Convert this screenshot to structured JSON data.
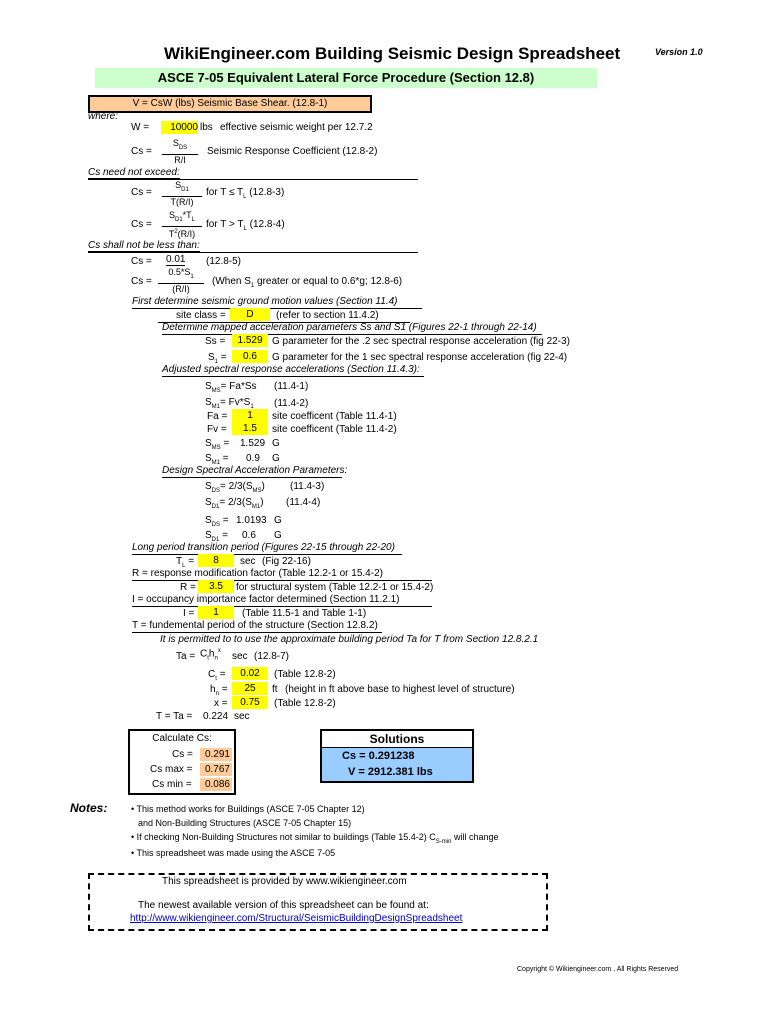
{
  "header": {
    "title": "WikiEngineer.com Building Seismic Design Spreadsheet",
    "version": "Version 1.0",
    "subtitle": "ASCE 7-05 Equivalent Lateral Force Procedure  (Section 12.8)"
  },
  "base_shear": {
    "label": "V =  CsW  (lbs) Seismic Base Shear. (12.8-1)",
    "where": "where:"
  },
  "w": {
    "label": "W =",
    "value": "10000",
    "unit": "lbs",
    "desc": "effective seismic weight per 12.7.2"
  },
  "cs": {
    "label": "Cs =",
    "num": "S",
    "num_sub": "DS",
    "den": "R/I",
    "desc": "Seismic Response Coefficient (12.8-2)"
  },
  "cs_exceed": {
    "heading": "Cs need not exceed:",
    "eq1": {
      "label": "Cs =",
      "num": "S",
      "num_sub": "D1",
      "den": "T(R/I)",
      "desc": "for T ≤ T",
      "desc_sub": "L",
      "ref": "(12.8-3)"
    },
    "eq2": {
      "label": "Cs =",
      "num": "S",
      "num_sub": "D1",
      "num_tail": "*T",
      "num_tail_sub": "L",
      "den": "T",
      "den_sup": "2",
      "den_tail": "(R/I)",
      "desc": "for T > T",
      "desc_sub": "L",
      "ref": "(12.8-4)"
    }
  },
  "cs_less": {
    "heading": "Cs shall not be less than:",
    "eq1": {
      "label": "Cs =",
      "value": "0.01",
      "ref": "(12.8-5)"
    },
    "eq2": {
      "label": "Cs =",
      "num": "0.5*S",
      "num_sub": "1",
      "den": "(R/I)",
      "desc": "(When S",
      "desc_sub": "1",
      "desc_tail": "greater or equal to 0.6*g;  12.8-6)"
    }
  },
  "ground": {
    "heading": "First determine seismic ground motion values  (Section 11.4)",
    "site_class_label": "site class =",
    "site_class": "D",
    "site_class_ref": "(refer to section 11.4.2)",
    "mapped_heading": "Determine mapped acceleration parameters Ss and S1 (Figures 22-1 through 22-14)",
    "ss_label": "Ss =",
    "ss": "1.529",
    "ss_desc": "G  parameter for the .2 sec spectral response acceleration (fig 22-3)",
    "s1_label": "S",
    "s1_sub": "1",
    "s1_eq": "=",
    "s1": "0.6",
    "s1_desc": "G  parameter for the 1 sec spectral response acceleration (fig 22-4)",
    "adjusted_heading": "Adjusted spectral response accelerations (Section 11.4.3):",
    "sms_formula_label": "S",
    "sms_sub": "MS",
    "sms_formula": "=  Fa*Ss",
    "sms_ref": "(11.4-1)",
    "sm1_formula_label": "S",
    "sm1_sub": "M1",
    "sm1_formula": "=  Fv*S",
    "sm1_formula_sub": "1",
    "sm1_ref": "(11.4-2)",
    "fa_label": "Fa =",
    "fa": "1",
    "fa_desc": "site coefficent (Table 11.4-1)",
    "fv_label": "Fv =",
    "fv": "1.5",
    "fv_desc": "site coefficent  (Table 11.4-2)",
    "sms_value": "1.529",
    "sms_unit": "G",
    "sm1_value": "0.9",
    "sm1_unit": "G",
    "design_heading": "Design Spectral Acceleration Parameters:",
    "sds_formula": "=  2/3(S",
    "sds_formula_sub": "MS",
    "sds_formula_tail": ")",
    "sds_ref": "(11.4-3)",
    "sd1_formula": "=  2/3(S",
    "sd1_formula_sub": "M1",
    "sd1_formula_tail": ")",
    "sd1_ref": "(11.4-4)",
    "sds_sub": "DS",
    "sd1_sub": "D1",
    "sds_value": "1.0193",
    "sds_unit": "G",
    "sd1_value": "0.6",
    "sd1_unit": "G"
  },
  "long_period": {
    "heading": "Long period transition period (Figures 22-15 through 22-20)",
    "tl_label": "T",
    "tl_sub": "L",
    "tl_eq": "=",
    "tl": "8",
    "tl_unit": "sec",
    "tl_ref": "(Fig 22-16)"
  },
  "response": {
    "heading": "R = response modification factor (Table 12.2-1 or 15.4-2)",
    "r_label": "R =",
    "r": "3.5",
    "r_desc": "for structural system (Table 12.2-1 or 15.4-2)"
  },
  "importance": {
    "heading": "I = occupancy importance factor determined (Section 11.2.1)",
    "i_label": "I =",
    "i": "1",
    "i_desc": "(Table 11.5-1 and Table 1-1)"
  },
  "period": {
    "heading": "T = fundemental period of the structure (Section 12.8.2)",
    "note": "It is permitted to to use the approximate building period Ta for T from  Section 12.8.2.1",
    "ta_label": "Ta =",
    "ta_formula": "C",
    "ta_formula_sub": "t",
    "ta_formula_mid": "h",
    "ta_formula_sub2": "n",
    "ta_formula_sup": "x",
    "ta_unit": "sec",
    "ta_ref": "(12.8-7)",
    "ct_label": "C",
    "ct_sub": "t",
    "ct_eq": "=",
    "ct": "0.02",
    "ct_ref": "(Table 12.8-2)",
    "hn_label": "h",
    "hn_sub": "n",
    "hn_eq": "=",
    "hn": "25",
    "hn_unit": "ft",
    "hn_desc": "(height in ft above base to highest level of structure)",
    "x_label": "x =",
    "x": "0.75",
    "x_ref": "(Table 12.8-2)",
    "t_label": "T = Ta =",
    "t_value": "0.224",
    "t_unit": "sec"
  },
  "calc": {
    "heading": "Calculate Cs:",
    "cs_label": "Cs =",
    "cs": "0.291",
    "csmax_label": "Cs max =",
    "csmax": "0.767",
    "csmin_label": "Cs min =",
    "csmin": "0.086"
  },
  "solutions": {
    "heading": "Solutions",
    "cs_label": "Cs =",
    "cs": "0.291238",
    "v_label": "V =",
    "v": "2912.381",
    "v_unit": "lbs"
  },
  "notes": {
    "heading": "Notes:",
    "items": [
      "• This method works for Buildings (ASCE 7-05 Chapter 12)",
      "and Non-Building Structures (ASCE 7-05 Chapter 15)",
      "• If checking Non-Building Structures not similar to buildings (Table 15.4-2) C",
      "• This spreadsheet was made using the ASCE 7-05"
    ],
    "item3_sub": "S-min",
    "item3_tail": "will change"
  },
  "provided": {
    "line1": "This spreadsheet is provided by www.wikiengineer.com",
    "line2": "The newest available version of this spreadsheet can be found at:",
    "url": "http://www.wikiengineer.com/Structural/SeismicBuildingDesignSpreadsheet"
  },
  "footer": {
    "copyright": "Copyright © Wikiengineer.com . All Rights Reserved"
  },
  "colors": {
    "green": "#ccffcc",
    "yellow": "#ffff00",
    "orange": "#ffcc99",
    "blue": "#99ccff"
  }
}
